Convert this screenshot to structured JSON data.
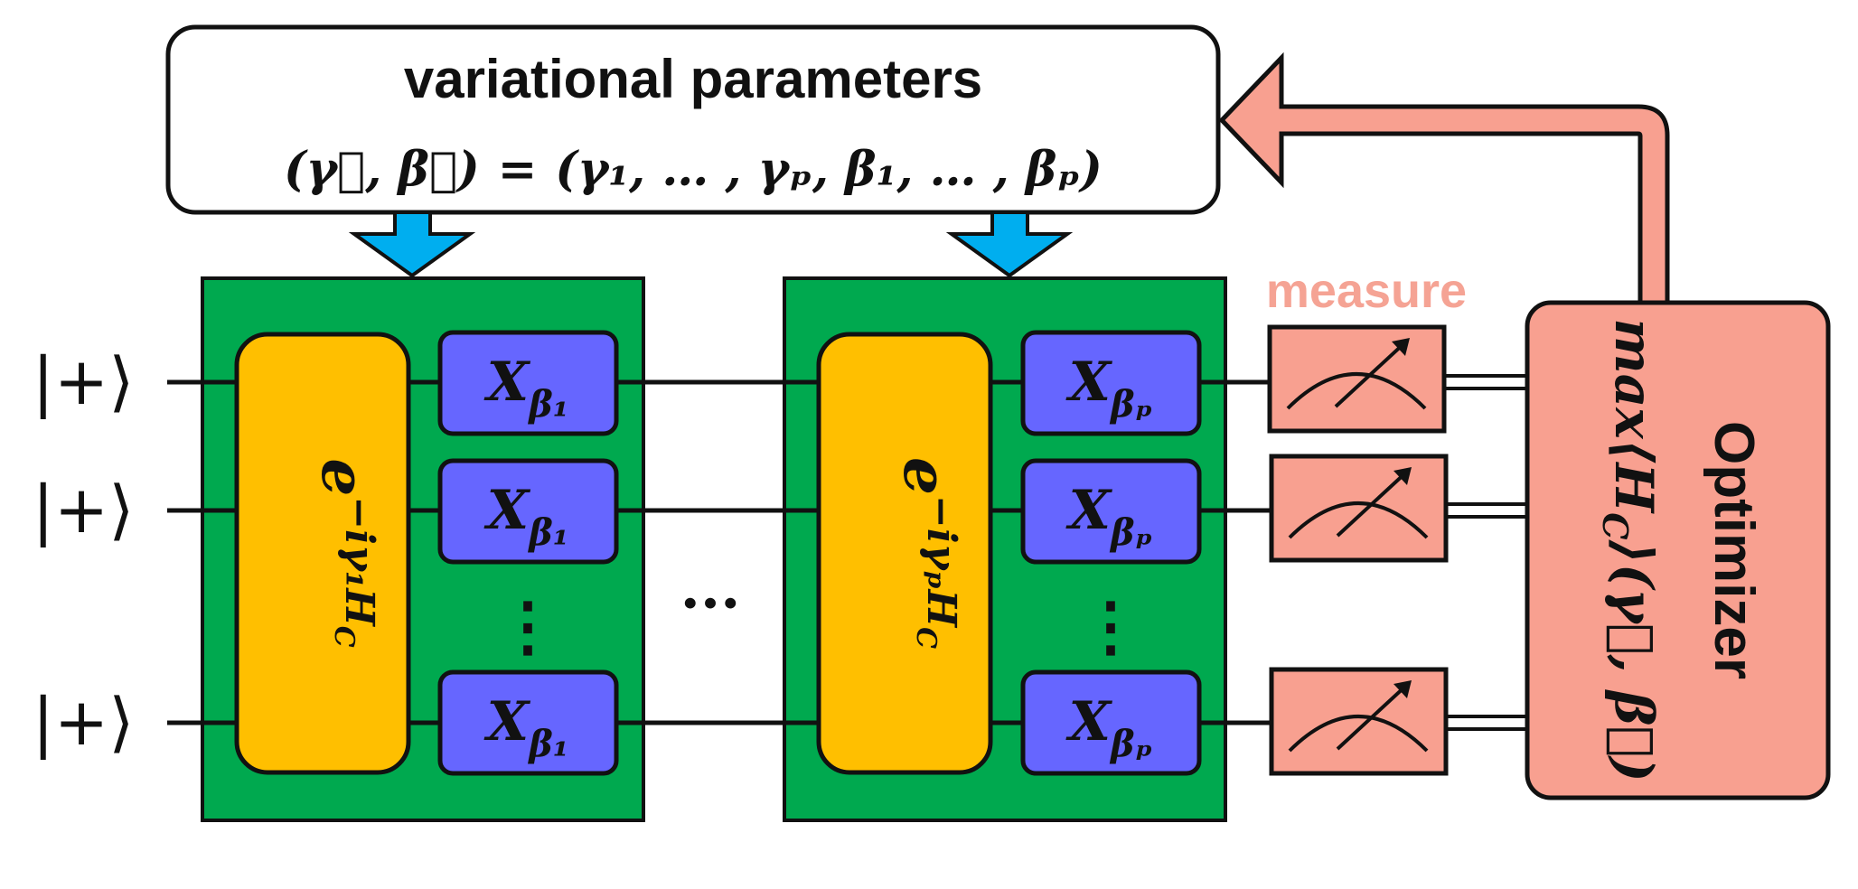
{
  "params_box": {
    "title": "variational parameters",
    "formula": {
      "lhs": "(γ⃗, β⃗)",
      "eq": "=",
      "rhs": "(γ₁, … , γₚ, β₁, … , βₚ)"
    }
  },
  "qubits": {
    "labels": [
      "|+⟩",
      "|+⟩",
      "|+⟩"
    ]
  },
  "layer1": {
    "phase_base": "e",
    "phase_exp": "−iγ₁H",
    "phase_sub": "C",
    "mixers": [
      {
        "base": "X",
        "sub": "β₁"
      },
      {
        "base": "X",
        "sub": "β₁"
      },
      {
        "base": "X",
        "sub": "β₁"
      }
    ],
    "vdots": "⋮"
  },
  "between_dots": "···",
  "layerp": {
    "phase_base": "e",
    "phase_exp": "−iγₚH",
    "phase_sub": "C",
    "mixers": [
      {
        "base": "X",
        "sub": "βₚ"
      },
      {
        "base": "X",
        "sub": "βₚ"
      },
      {
        "base": "X",
        "sub": "βₚ"
      }
    ],
    "vdots": "⋮"
  },
  "measure": {
    "label": "measure"
  },
  "optimizer": {
    "title": "Optimizer",
    "expr": "max⟨H",
    "expr_sub": "C",
    "expr_tail": "⟩(γ⃗, β⃗)"
  },
  "colors": {
    "layer_green": "#00a94f",
    "phase_yellow": "#ffbf00",
    "mixer_blue": "#6666ff",
    "salmon": "#f8a090",
    "measure_text": "#f5a394",
    "arrow_blue": "#00aeef",
    "stroke": "#111111"
  }
}
